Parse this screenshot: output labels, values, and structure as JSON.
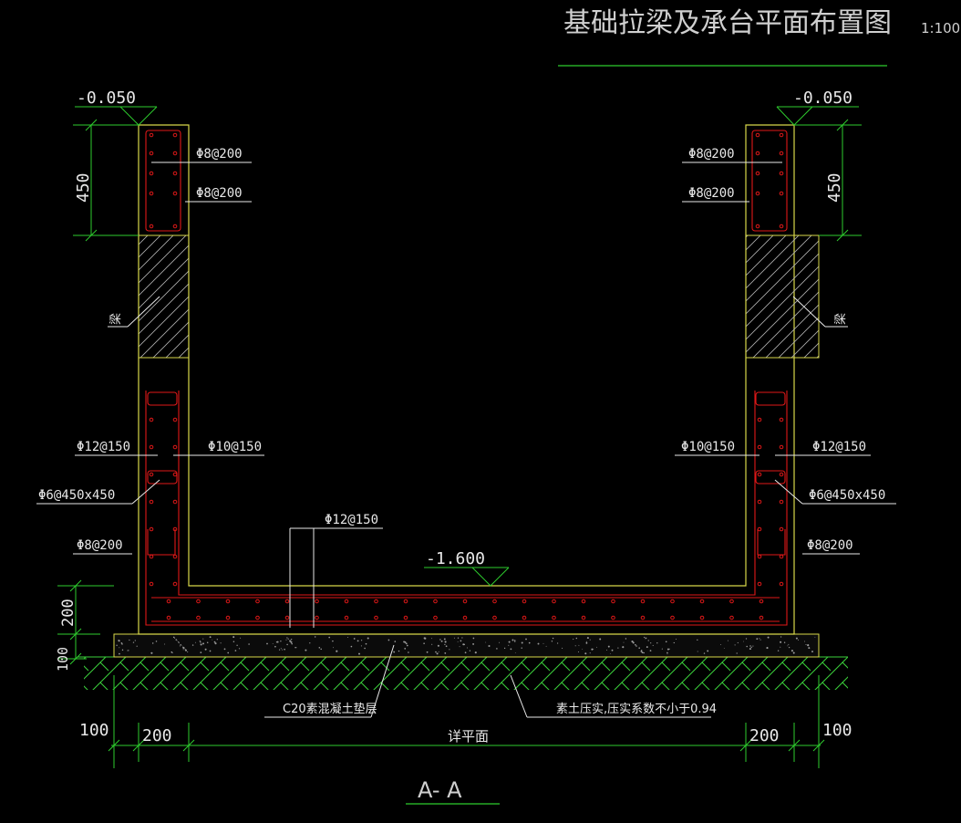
{
  "drawing": {
    "title": "基础拉梁及承台平面布置图",
    "scale": "1:100",
    "section_label": "A- A",
    "colors": {
      "background": "#000000",
      "outline": "#d8d84a",
      "rebar": "#e01818",
      "dimension": "#2ecc2e",
      "text": "#e8e8e8",
      "hatch": "#3bd13b",
      "beam_hatch": "#c8c8c8"
    }
  },
  "elevations": {
    "top_left": "-0.050",
    "top_right": "-0.050",
    "floor": "-1.600"
  },
  "dimensions": {
    "wall_cap_left": "450",
    "wall_cap_right": "450",
    "slab_thickness": "200",
    "bedding_thickness": "100",
    "bottom_left_offset": "100",
    "bottom_left_wall": "200",
    "bottom_center": "详平面",
    "bottom_right_wall": "200",
    "bottom_right_offset": "100"
  },
  "rebar_labels": {
    "left_cap_upper": "Φ8@200",
    "left_cap_lower": "Φ8@200",
    "left_beam": "梁",
    "left_wall_outer": "Φ12@150",
    "left_wall_inner": "Φ10@150",
    "left_tie": "Φ6@450x450",
    "left_stirrup": "Φ8@200",
    "slab_top": "Φ12@150",
    "right_cap_upper": "Φ8@200",
    "right_cap_lower": "Φ8@200",
    "right_beam": "梁",
    "right_wall_inner": "Φ10@150",
    "right_wall_outer": "Φ12@150",
    "right_tie": "Φ6@450x450",
    "right_stirrup": "Φ8@200"
  },
  "notes": {
    "bedding": "C20素混凝土垫层",
    "soil": "素土压实,压实系数不小于0.94"
  }
}
